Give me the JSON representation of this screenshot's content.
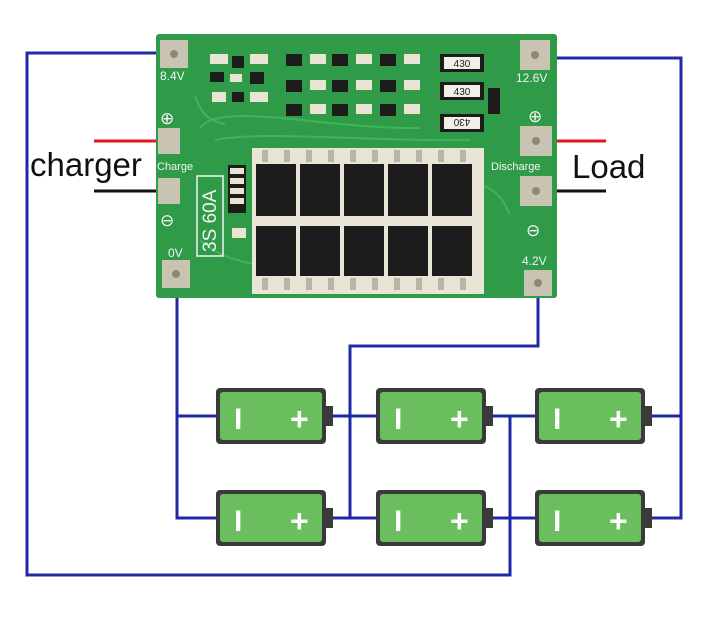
{
  "labels": {
    "charger": "charger",
    "load": "Load",
    "board_model": "3S 60A",
    "pad_8v4": "8.4V",
    "pad_12v6": "12.6V",
    "pad_0v": "0V",
    "pad_4v2": "4.2V",
    "charge": "Charge",
    "discharge": "Discharge",
    "resistor_code": "430",
    "plus": "⊕",
    "minus": "⊖",
    "cell_minus": "I",
    "cell_plus": "+"
  },
  "colors": {
    "wire": "#1f28a8",
    "pcb": "#2f9a48",
    "pcb_trace": "#3fb55a",
    "pad": "#c9c3b2",
    "mosfet": "#1c1c1c",
    "battery_body": "#6abe5e",
    "battery_frame": "#3a3a3a",
    "charger_positive_wire": "#e2161c",
    "charger_negative_wire": "#111111"
  }
}
